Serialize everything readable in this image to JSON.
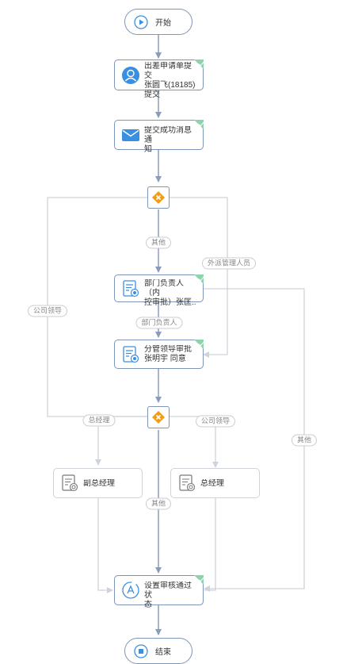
{
  "nodes": {
    "start": {
      "label": "开始",
      "icon": "play-icon"
    },
    "submit": {
      "label": "出差申请单提交\n张圆飞(18185)\n提交",
      "icon": "user-icon"
    },
    "notify": {
      "label": "提交成功消息通\n知",
      "icon": "mail-icon"
    },
    "gateway1": {
      "icon": "exclusive-gateway-icon"
    },
    "dept_head": {
      "label": "部门负责人（内\n控审批）张匡..",
      "icon": "approval-icon"
    },
    "vp_approval": {
      "label": "分管领导审批\n张明宇 同意",
      "icon": "approval-icon"
    },
    "gateway2": {
      "icon": "exclusive-gateway-icon"
    },
    "deputy_gm": {
      "label": "副总经理",
      "icon": "approval-icon"
    },
    "gm": {
      "label": "总经理",
      "icon": "approval-icon"
    },
    "set_status": {
      "label": "设置审核通过状\n态",
      "icon": "auto-task-icon"
    },
    "end": {
      "label": "结束",
      "icon": "stop-icon"
    }
  },
  "edge_labels": {
    "other_1": "其他",
    "outsourced_manager": "外派管理人员",
    "company_leader_1": "公司领导",
    "dept_head": "部门负责人",
    "general_manager": "总经理",
    "company_leader_2": "公司领导",
    "other_2": "其他",
    "other_3": "其他"
  },
  "colors": {
    "active_line": "#8a9cbc",
    "inactive_line": "#cfd3da",
    "accent_blue": "#3b8fe0",
    "gateway_orange": "#f39c12",
    "check_green": "#8ed3ad"
  }
}
